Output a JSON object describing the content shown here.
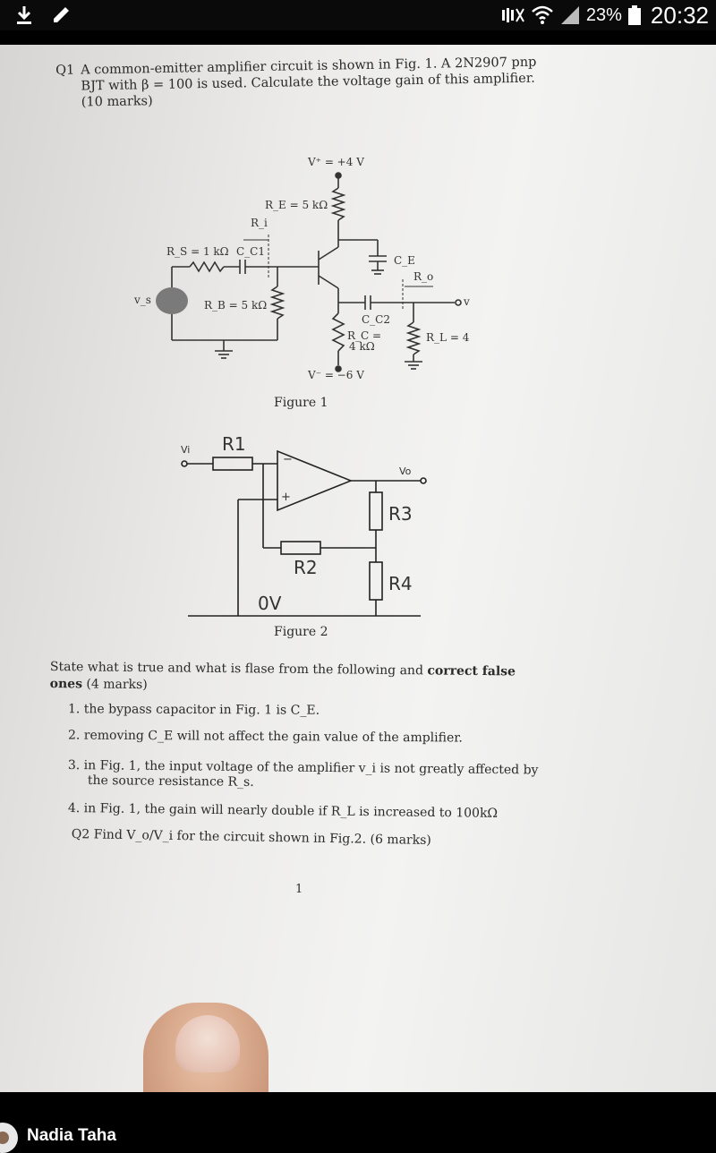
{
  "status_bar": {
    "battery_percent": "23%",
    "time": "20:32",
    "icons": [
      "download-icon",
      "edit-icon",
      "mute-icon",
      "wifi-icon",
      "signal-icon",
      "battery-icon"
    ]
  },
  "document": {
    "q1": {
      "number": "Q1",
      "text": "A common-emitter amplifier circuit is shown in Fig. 1. A 2N2907 pnp BJT with β = 100 is used. Calculate the voltage gain of this amplifier. (10 marks)"
    },
    "figure1": {
      "caption": "Figure 1",
      "labels": {
        "vplus": "V⁺ = +4 V",
        "re": "R_E = 5 kΩ",
        "ri": "R_i",
        "rs": "R_S = 1 kΩ",
        "cc1": "C_C1",
        "ce": "C_E",
        "ro": "R_o",
        "vs": "v_s",
        "rb": "R_B = 5 kΩ",
        "cc2": "C_C2",
        "rc_top": "R_C =",
        "rc_bottom": "4 kΩ",
        "rl": "R_L = 4",
        "vo": "v",
        "vminus": "V⁻ = −6 V"
      }
    },
    "figure2": {
      "caption": "Figure 2",
      "labels": {
        "vi": "Vi",
        "r1": "R1",
        "vo": "Vo",
        "r3": "R3",
        "r2": "R2",
        "r4": "R4",
        "ov": "0V",
        "minus": "−",
        "plus": "+"
      }
    },
    "instructions": {
      "lead": "State what is true and what is flase from the following and ",
      "bold": "correct false ones",
      "marks": " (4 marks)"
    },
    "items": [
      "1.  the bypass capacitor in Fig. 1 is C_E.",
      "2.  removing C_E will not affect the gain value of the amplifier.",
      "3.  in Fig. 1, the input voltage of the amplifier v_i is not greatly affected by",
      "the source resistance R_s.",
      "4.  in Fig. 1, the gain will nearly double if R_L is increased to 100kΩ"
    ],
    "q2": "Q2  Find V_o/V_i for the circuit shown in Fig.2. (6 marks)",
    "page_number": "1"
  },
  "bottom_bar": {
    "user_name": "Nadia Taha"
  }
}
